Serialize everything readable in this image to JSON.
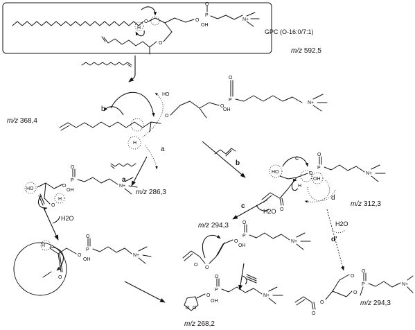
{
  "precursor": {
    "name": "GPC (O-16:0/7:1)",
    "mz_prefix": "m/z",
    "mz_value": "592,5"
  },
  "ions": {
    "i368": {
      "mz_prefix": "m/z",
      "mz_value": "368,4"
    },
    "i286": {
      "mz_prefix": "m/z",
      "mz_value": "286,3"
    },
    "i312": {
      "mz_prefix": "m/z",
      "mz_value": "312,3"
    },
    "i294a": {
      "mz_prefix": "m/z",
      "mz_value": "294,3"
    },
    "i294b": {
      "mz_prefix": "m/z",
      "mz_value": "294,3"
    },
    "i268": {
      "mz_prefix": "m/z",
      "mz_value": "268,2"
    }
  },
  "pathways": {
    "a": "a",
    "b": "b",
    "c": "c",
    "d": "d",
    "d_prime": "d'"
  },
  "neutral_losses": {
    "water": "H2O"
  },
  "atoms": {
    "O": "O",
    "OH": "OH",
    "HO": "HO",
    "H": "H",
    "P": "P",
    "N_plus": "N+"
  }
}
